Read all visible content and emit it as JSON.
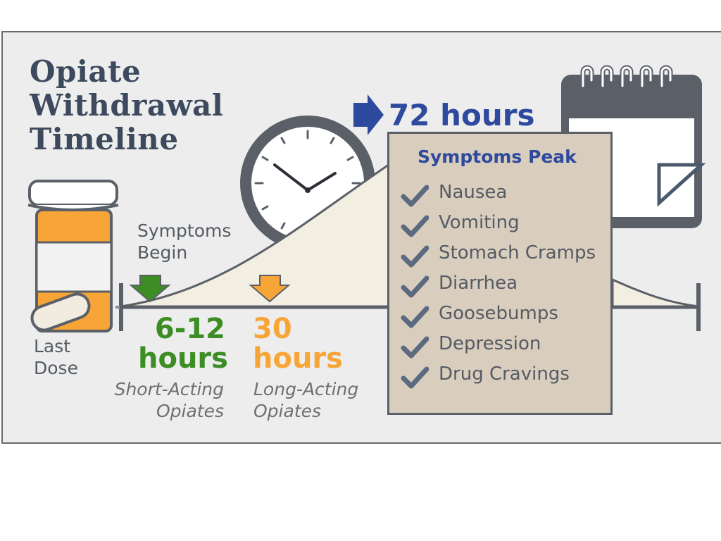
{
  "title": "Opiate\nWithdrawal\nTimeline",
  "last_dose": "Last\nDose",
  "symptoms_begin": "Symptoms\nBegin",
  "short_acting": {
    "hours": "6-12\nhours",
    "type": "Short-Acting\nOpiates",
    "color": "#3b8d24"
  },
  "long_acting": {
    "hours": "30\nhours",
    "type": "Long-Acting\nOpiates",
    "color": "#f7a536"
  },
  "peak": {
    "hours": "72 hours",
    "title": "Symptoms Peak",
    "symptoms": [
      "Nausea",
      "Vomiting",
      "Stomach Cramps",
      "Diarrhea",
      "Goosebumps",
      "Depression",
      "Drug Cravings"
    ],
    "accent": "#2e4a9e"
  },
  "icons": [
    "pill-bottle-icon",
    "clock-icon",
    "calendar-icon",
    "arrow-right-icon",
    "arrow-down-icon",
    "checkmark-icon"
  ]
}
